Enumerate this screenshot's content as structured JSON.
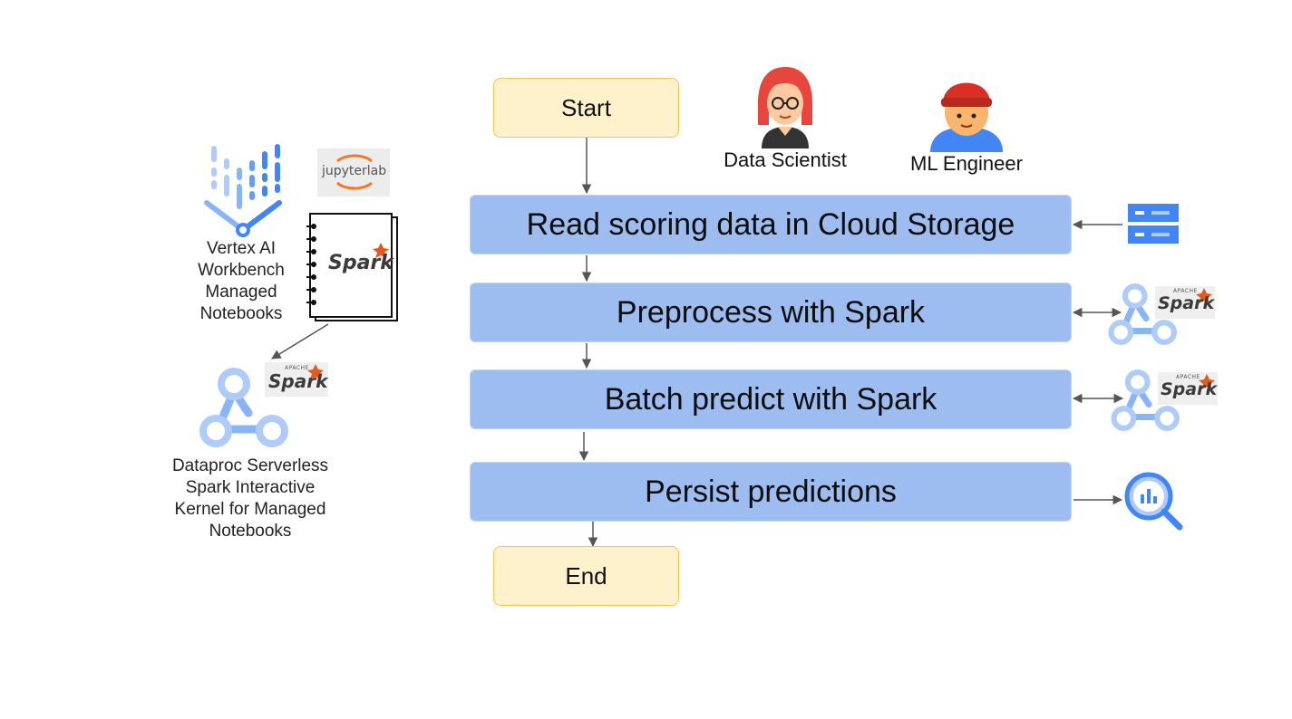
{
  "flow": {
    "start": "Start",
    "end": "End",
    "steps": [
      "Read scoring data in Cloud Storage",
      "Preprocess with Spark",
      "Batch predict with Spark",
      "Persist predictions"
    ]
  },
  "personas": [
    {
      "label": "Data Scientist",
      "icon": "data-scientist-avatar"
    },
    {
      "label": "ML Engineer",
      "icon": "ml-engineer-avatar"
    }
  ],
  "tools": {
    "vertex_ai": "Vertex AI Workbench Managed Notebooks",
    "jupyterlab_logo": "jupyterlab",
    "spark_logo_text": "Spark",
    "apache_logo_text": "APACHE",
    "dataproc": "Dataproc Serverless Spark Interactive Kernel for Managed Notebooks"
  },
  "side_icons": [
    "cloud-storage-icon",
    "dataproc-spark-icon",
    "dataproc-spark-icon",
    "bigquery-icon"
  ],
  "colors": {
    "step_fill": "#9dbcf0",
    "terminal_fill": "#fef2cc",
    "terminal_border": "#f4c452",
    "google_blue": "#4285f4",
    "light_blue": "#aecbfa",
    "spark_orange": "#e25a1c"
  }
}
